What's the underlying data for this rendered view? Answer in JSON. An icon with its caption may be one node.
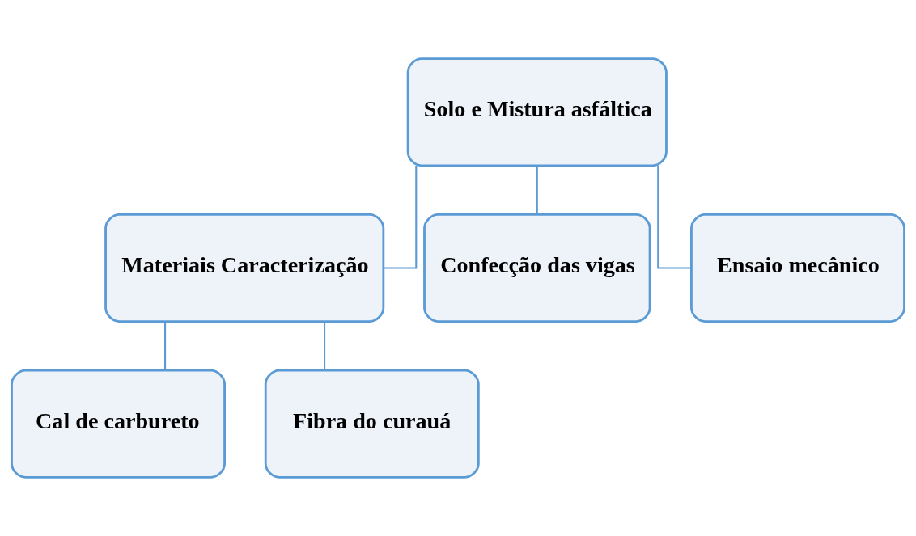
{
  "diagram": {
    "nodes": [
      {
        "text": [
          "Solo e Mistura asfáltica"
        ]
      },
      {
        "text": [
          "Materiais Caracterização"
        ]
      },
      {
        "text": [
          "Confecção das vigas"
        ]
      },
      {
        "text": [
          "Ensaio mecânico"
        ]
      },
      {
        "text": [
          "Cal de carbureto"
        ]
      },
      {
        "text": [
          "Fibra do curauá"
        ]
      }
    ],
    "edges": [
      {
        "from": 0,
        "to": 1,
        "arrow": "none"
      },
      {
        "from": 0,
        "to": 2,
        "arrow": "none"
      },
      {
        "from": 0,
        "to": 3,
        "arrow": "none"
      },
      {
        "from": 1,
        "to": 4,
        "arrow": "none"
      },
      {
        "from": 1,
        "to": 5,
        "arrow": "none"
      }
    ]
  }
}
